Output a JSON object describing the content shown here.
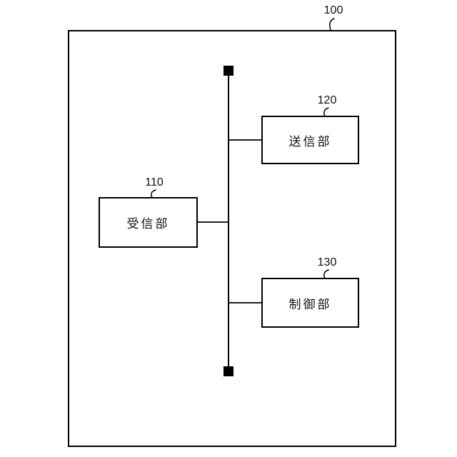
{
  "figure": {
    "outer": {
      "ref": "100"
    },
    "blocks": [
      {
        "ref": "110",
        "label": "受信部"
      },
      {
        "ref": "120",
        "label": "送信部"
      },
      {
        "ref": "130",
        "label": "制御部"
      }
    ],
    "colors": {
      "line": "#000000",
      "background": "#ffffff",
      "bus_terminal": "#000000"
    }
  }
}
